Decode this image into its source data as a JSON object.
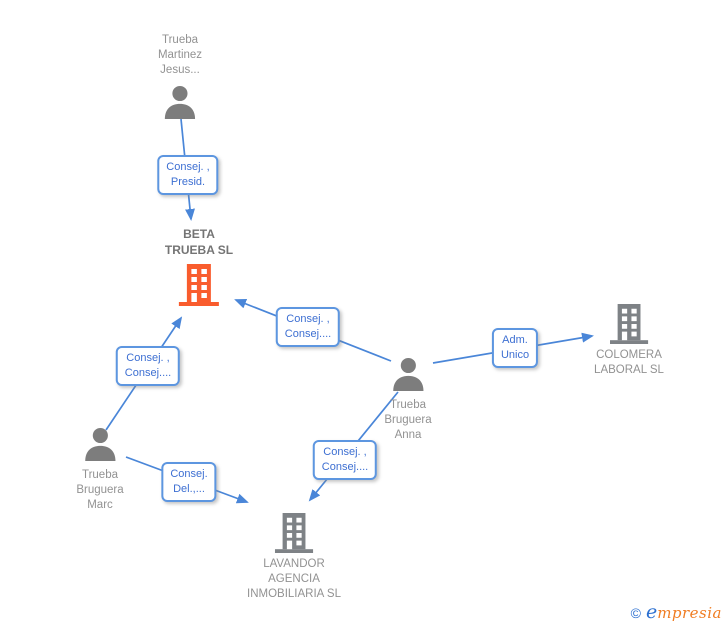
{
  "title": "Corporate relationship diagram",
  "colors": {
    "arrow_blue": "#4a86d8",
    "label_border_blue": "#5d96e0",
    "label_text_blue": "#3d6fd2",
    "person_gray": "#7d7d7d",
    "company_gray": "#7e8286",
    "company_highlight_orange": "#f95c2d",
    "node_text_gray": "#929292",
    "highlight_text_gray": "#747474",
    "logo_blue": "#2b6fd0",
    "logo_orange": "#f07d23"
  },
  "nodes": {
    "trueba_martinez_jesus": {
      "type": "person",
      "lines": [
        "Trueba",
        "Martinez",
        "Jesus..."
      ]
    },
    "beta_trueba": {
      "type": "company",
      "lines": [
        "BETA",
        "TRUEBA SL"
      ]
    },
    "colomera_laboral": {
      "type": "company",
      "lines": [
        "COLOMERA",
        "LABORAL SL"
      ]
    },
    "trueba_bruguera_anna": {
      "type": "person",
      "lines": [
        "Trueba",
        "Bruguera",
        "Anna"
      ]
    },
    "trueba_bruguera_marc": {
      "type": "person",
      "lines": [
        "Trueba",
        "Bruguera",
        "Marc"
      ]
    },
    "lavandor_agencia": {
      "type": "company",
      "lines": [
        "LAVANDOR",
        "AGENCIA",
        "INMOBILIARIA SL"
      ]
    }
  },
  "relationships": {
    "jesus_to_beta": {
      "lines": [
        "Consej. ,",
        "Presid."
      ]
    },
    "anna_to_beta": {
      "lines": [
        "Consej. ,",
        "Consej...."
      ]
    },
    "anna_to_colomera": {
      "lines": [
        "Adm.",
        "Unico"
      ]
    },
    "marc_to_beta": {
      "lines": [
        "Consej. ,",
        "Consej...."
      ]
    },
    "marc_to_lavandor": {
      "lines": [
        "Consej.",
        "Del.,..."
      ]
    },
    "anna_to_lavandor": {
      "lines": [
        "Consej. ,",
        "Consej...."
      ]
    }
  },
  "footer": {
    "copyright": "©",
    "brand_first_letter": "e",
    "brand_rest": "mpresia"
  }
}
